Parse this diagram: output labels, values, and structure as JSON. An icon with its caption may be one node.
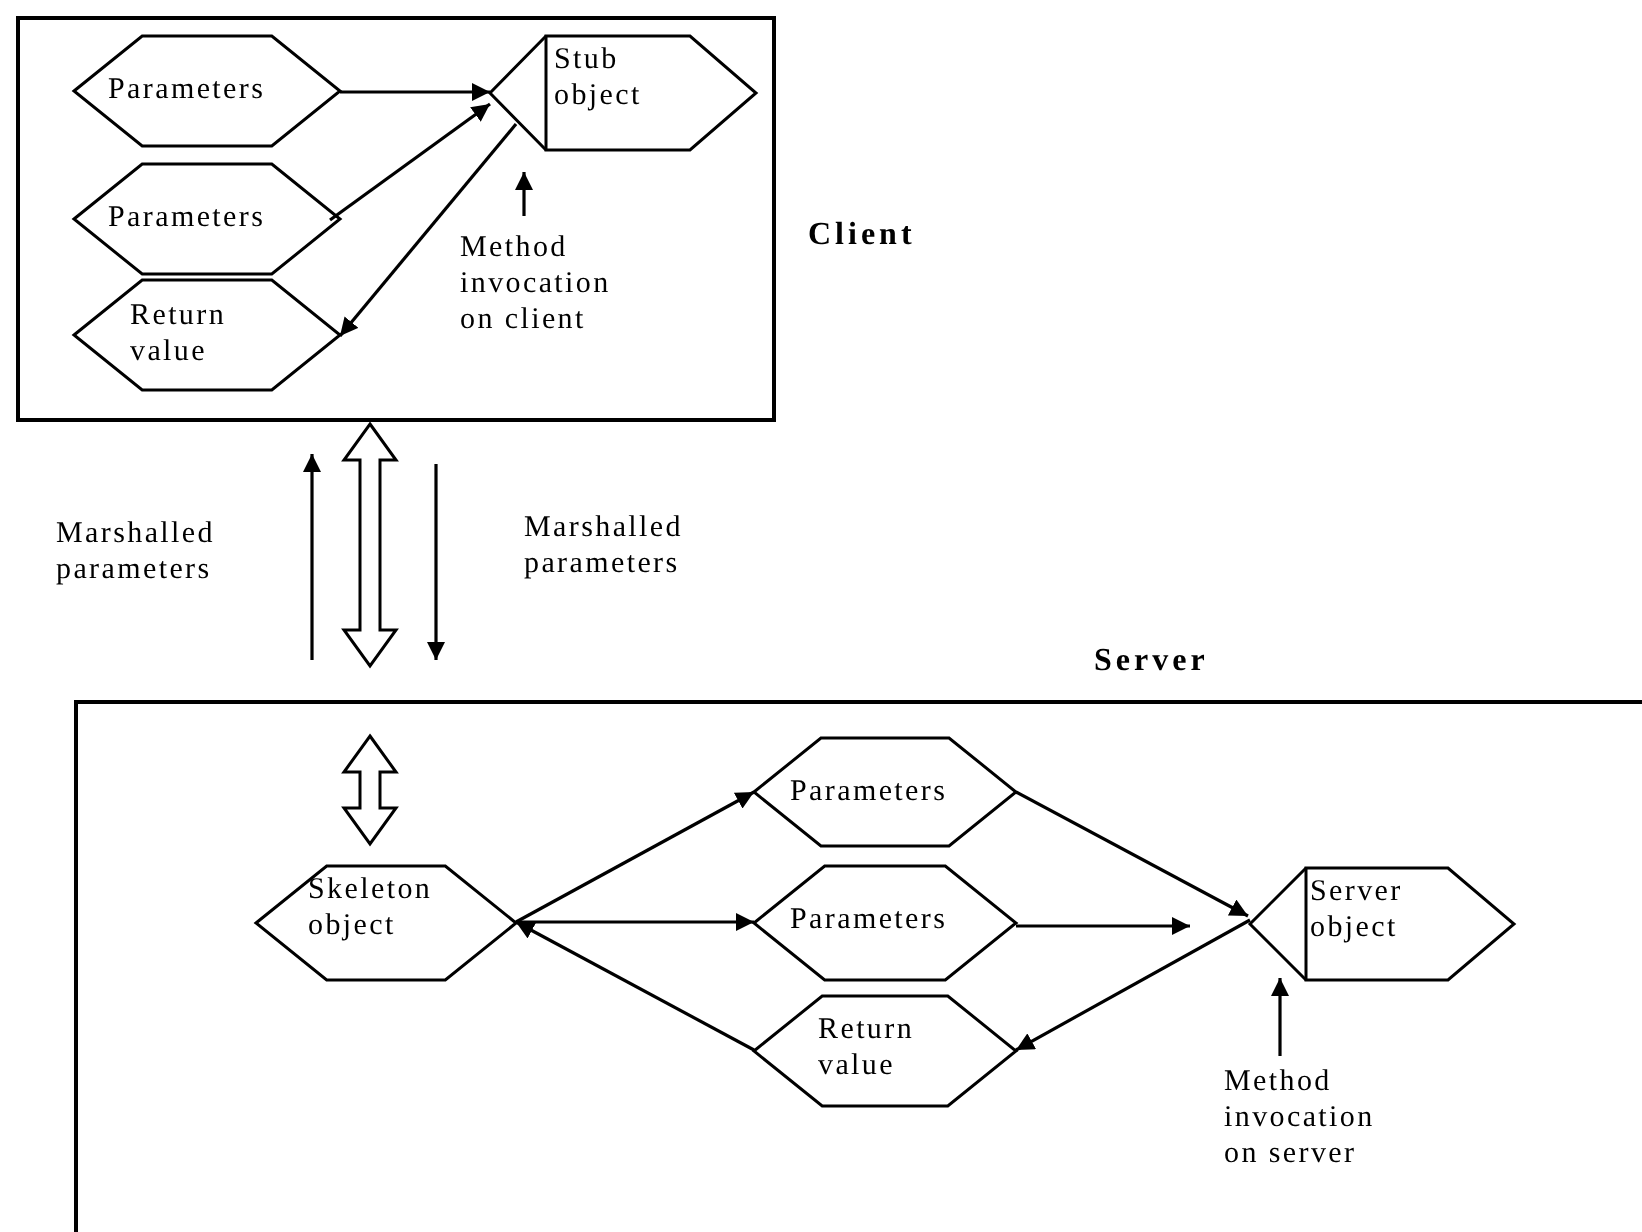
{
  "diagram": {
    "nodes": [
      {
        "text": [
          "Client"
        ]
      },
      {
        "text": [
          "Parameters"
        ],
        "in": 0
      },
      {
        "text": [
          "Parameters"
        ],
        "in": 0
      },
      {
        "text": [
          "Return value"
        ],
        "in": 0
      },
      {
        "text": [
          "Stub object"
        ],
        "in": 0
      },
      {
        "text": [
          "Method invocation on client"
        ],
        "in": 0
      },
      {
        "text": [
          "Server"
        ]
      },
      {
        "text": [
          "Skeleton object"
        ],
        "in": 6
      },
      {
        "text": [
          "Parameters"
        ],
        "in": 6
      },
      {
        "text": [
          "Parameters"
        ],
        "in": 6
      },
      {
        "text": [
          "Return value"
        ],
        "in": 6
      },
      {
        "text": [
          "Server object"
        ],
        "in": 6
      },
      {
        "text": [
          "Method invocation on server"
        ],
        "in": 6
      }
    ],
    "edges": [
      {
        "from": 1,
        "to": 4,
        "arrow": "to"
      },
      {
        "from": 2,
        "to": 4,
        "arrow": "to"
      },
      {
        "from": 4,
        "to": 3,
        "arrow": "to"
      },
      {
        "from": 5,
        "to": 4,
        "arrow": "to"
      },
      {
        "from": 6,
        "to": 0,
        "arrow": "to"
      },
      {
        "from": 0,
        "to": 6,
        "arrow": "both",
        "style": "thick"
      },
      {
        "from": 0,
        "to": 6,
        "arrow": "to"
      },
      {
        "from": null,
        "to": 7,
        "arrow": "both",
        "style": "thick"
      },
      {
        "from": 7,
        "to": 8,
        "arrow": "to"
      },
      {
        "from": 7,
        "to": 9,
        "arrow": "to"
      },
      {
        "from": 10,
        "to": 7,
        "arrow": "to"
      },
      {
        "from": 8,
        "to": 11,
        "arrow": "to"
      },
      {
        "from": 9,
        "to": 11,
        "arrow": "to"
      },
      {
        "from": 11,
        "to": 10,
        "arrow": "to"
      },
      {
        "from": 12,
        "to": 11,
        "arrow": "to"
      }
    ],
    "labels": [
      "Marshalled parameters",
      "Marshalled parameters"
    ]
  }
}
